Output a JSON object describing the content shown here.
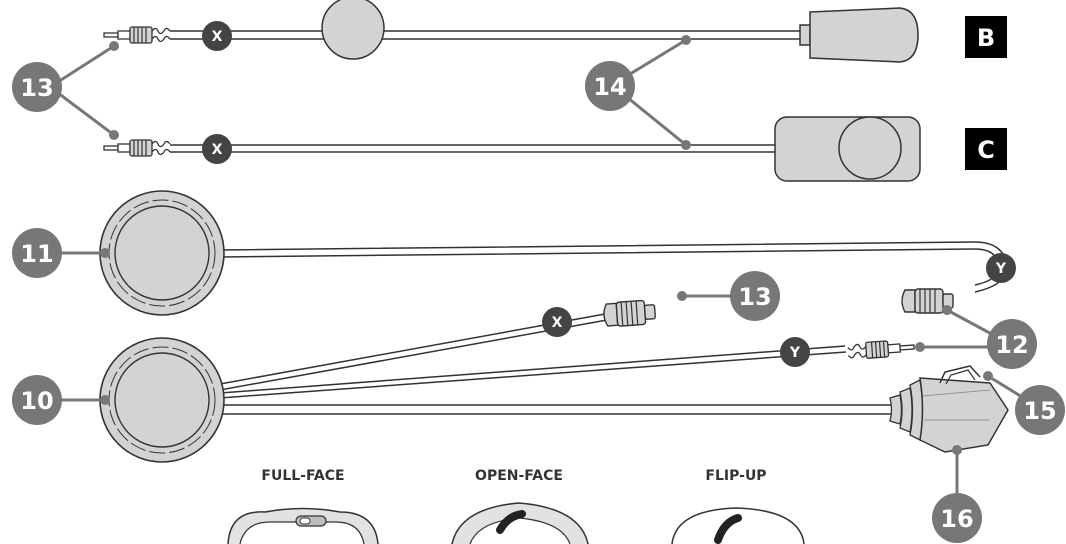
{
  "colors": {
    "part_fill": "#d3d3d3",
    "outline": "#333333",
    "callout": "#777777",
    "joint_badge": "#444444",
    "variant_box": "#000000"
  },
  "variants": {
    "b": "B",
    "c": "C"
  },
  "callouts": {
    "c13_top": "13",
    "c14": "14",
    "c11": "11",
    "c13_mid": "13",
    "c12": "12",
    "c10": "10",
    "c15": "15",
    "c16": "16"
  },
  "joints": {
    "x1": "X",
    "x2": "X",
    "x3": "X",
    "y1": "Y",
    "y2": "Y"
  },
  "helmet_types": {
    "full_face": "FULL-FACE",
    "open_face": "OPEN-FACE",
    "flip_up": "FLIP-UP"
  }
}
